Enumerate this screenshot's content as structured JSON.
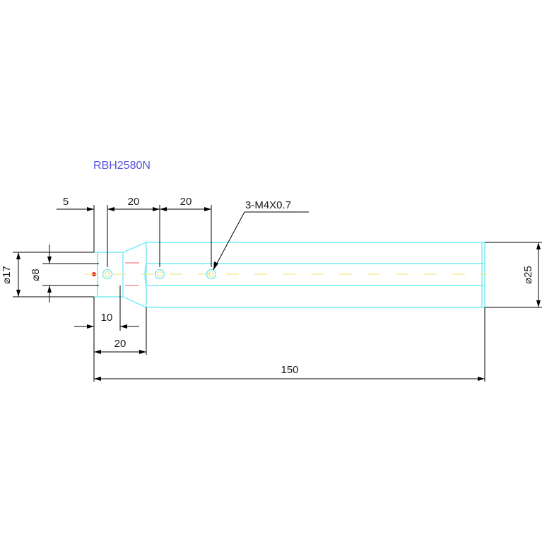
{
  "title": "RBH2580N",
  "colors": {
    "part_outline": "#5fe6f0",
    "title": "#5555dd",
    "centerline": "#f3e36a",
    "hidden_line": "#f06060",
    "dimension": "#000000",
    "marker": "#e02020"
  },
  "dimensions": {
    "d_5": "5",
    "d_20_top_a": "20",
    "d_20_top_b": "20",
    "d_10": "10",
    "d_20_bottom": "20",
    "d_150": "150",
    "dia_17": "⌀17",
    "dia_8": "⌀8",
    "dia_25": "⌀25"
  },
  "callout": "3-M4X0.7"
}
